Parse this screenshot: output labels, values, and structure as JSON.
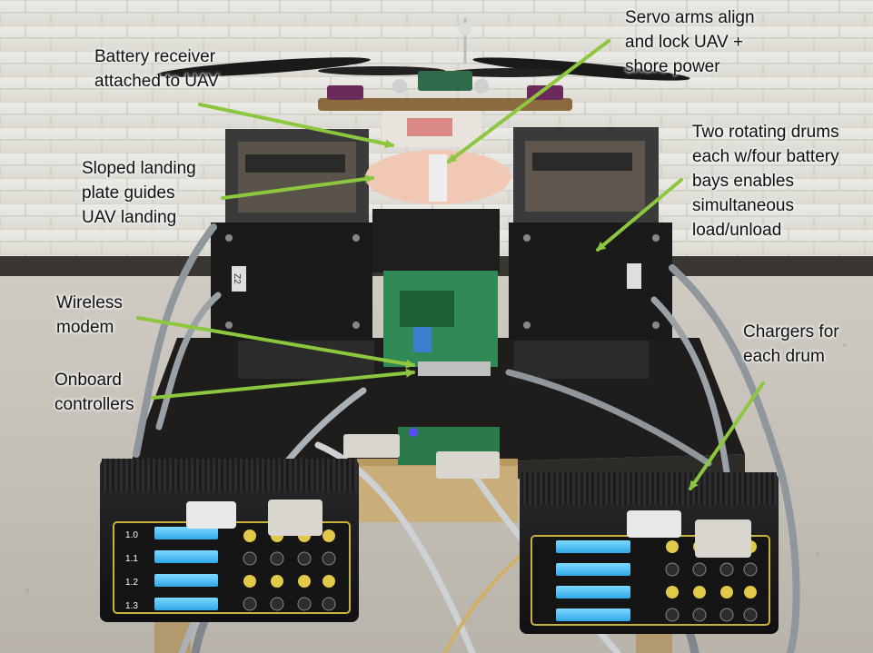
{
  "photo": {
    "subject": "UAV battery swap station with rotating drums, chargers and controllers on a table",
    "arrow_color": "#8dc63f"
  },
  "annotations": {
    "battery_receiver": {
      "lines": [
        "Battery receiver",
        "attached to UAV"
      ]
    },
    "servo_arms": {
      "lines": [
        "Servo arms align",
        "and lock UAV +",
        "shore power"
      ]
    },
    "sloped_plate": {
      "lines": [
        "Sloped landing",
        "plate guides",
        "UAV landing"
      ]
    },
    "drums": {
      "lines": [
        "Two rotating drums",
        "each w/four battery",
        "bays enables",
        "simultaneous",
        "load/unload"
      ]
    },
    "wireless_modem": {
      "lines": [
        "Wireless",
        "modem"
      ]
    },
    "controllers": {
      "lines": [
        "Onboard",
        "controllers"
      ]
    },
    "chargers": {
      "lines": [
        "Chargers for",
        "each drum"
      ]
    }
  },
  "charger_left": {
    "channel_labels": [
      "1.0",
      "1.1",
      "1.2",
      "1.3"
    ]
  },
  "drum_left": {
    "tag": "Z2"
  }
}
